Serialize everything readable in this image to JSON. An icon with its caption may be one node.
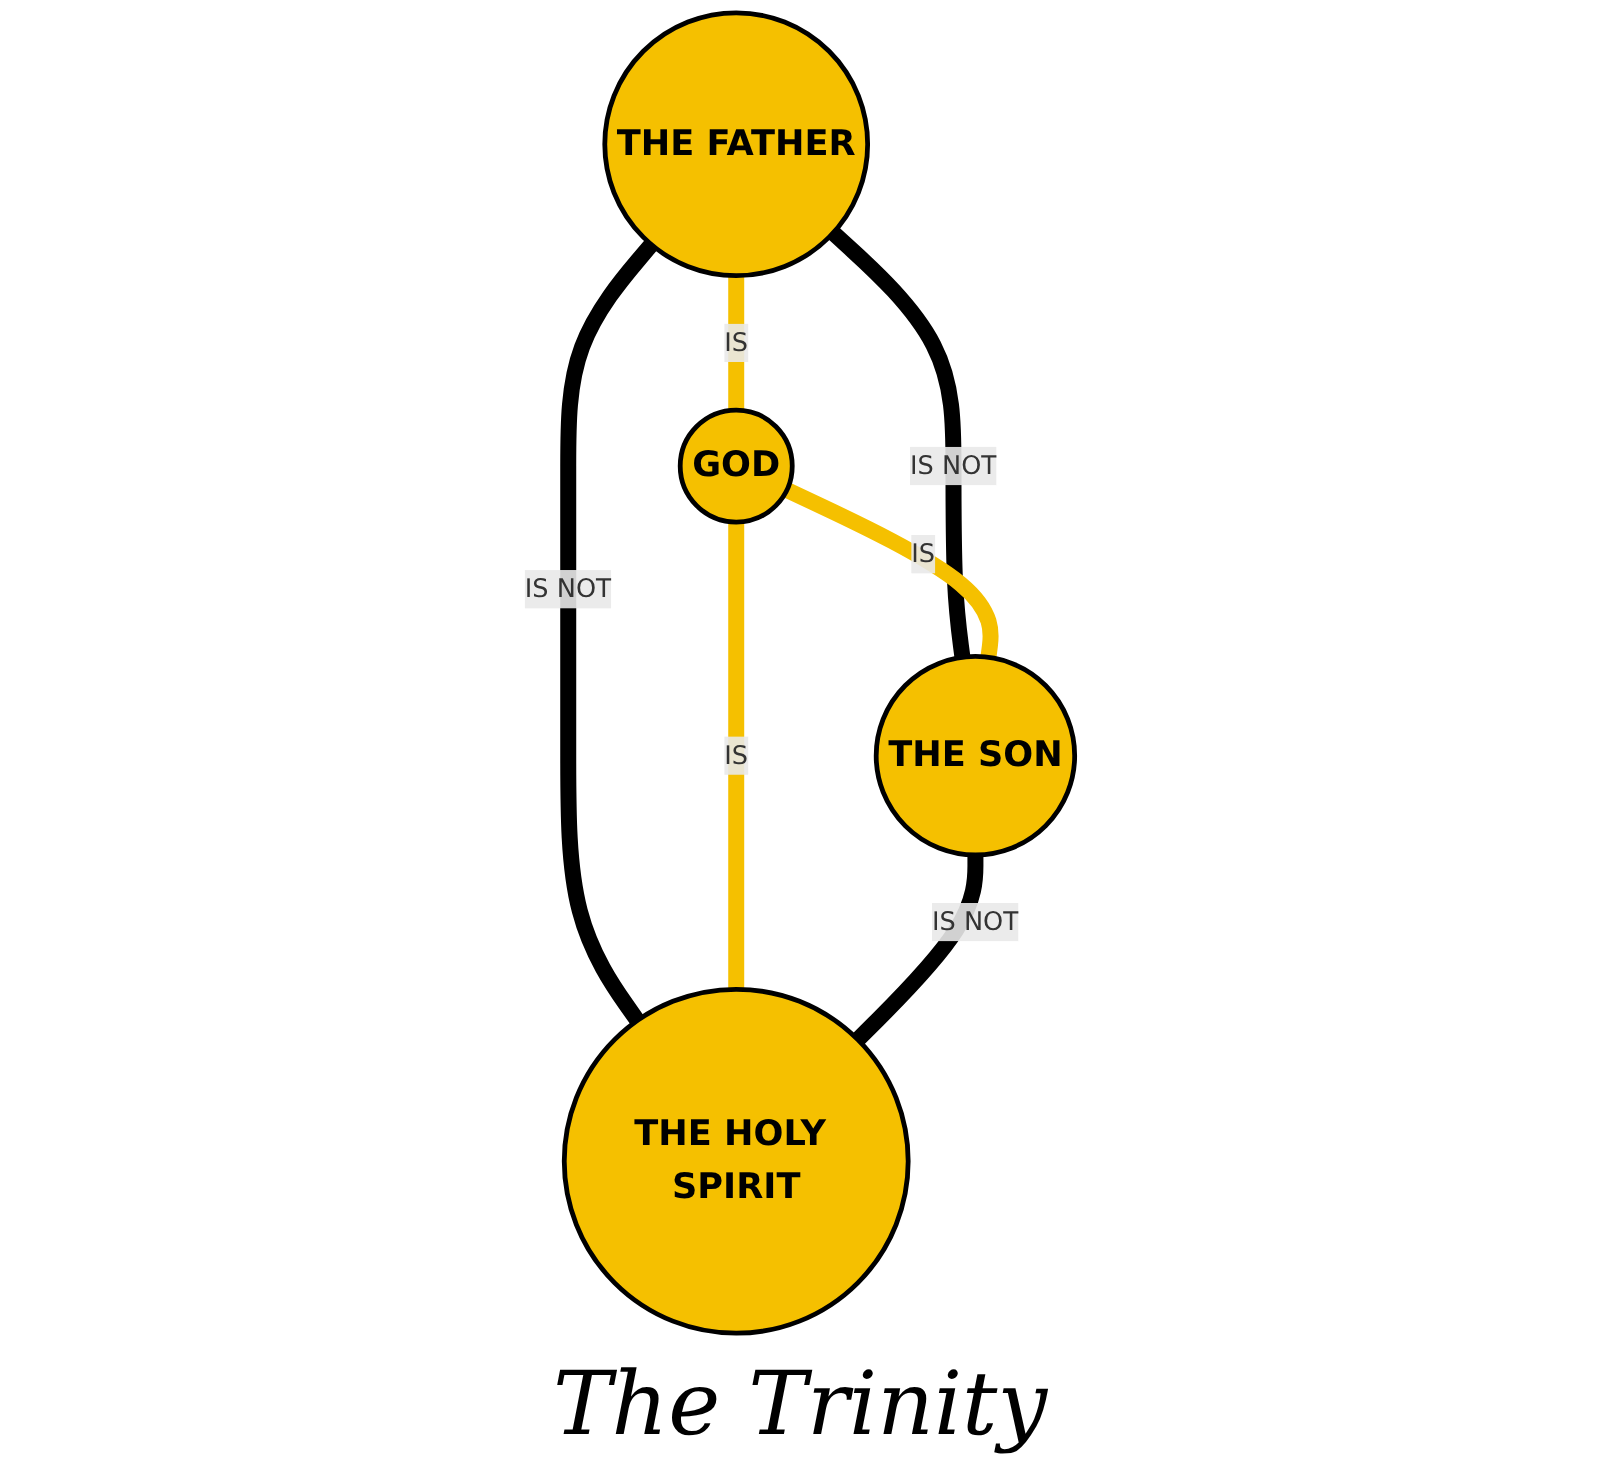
{
  "diagram": {
    "caption": "The Trinity",
    "nodes": [
      {
        "text": [
          "THE FATHER"
        ]
      },
      {
        "text": [
          "GOD"
        ]
      },
      {
        "text": [
          "THE SON"
        ]
      },
      {
        "text": [
          "THE HOLY SPIRIT"
        ]
      }
    ],
    "edges": [
      {
        "from": 0,
        "to": 1,
        "arrow": "none",
        "label": "IS",
        "color": "#f5c000"
      },
      {
        "from": 0,
        "to": 2,
        "arrow": "none",
        "label": "IS NOT",
        "color": "#000000"
      },
      {
        "from": 0,
        "to": 3,
        "arrow": "none",
        "label": "IS NOT",
        "color": "#000000"
      },
      {
        "from": 1,
        "to": 2,
        "arrow": "none",
        "label": "IS",
        "color": "#f5c000"
      },
      {
        "from": 1,
        "to": 3,
        "arrow": "none",
        "label": "IS",
        "color": "#f5c000"
      },
      {
        "from": 2,
        "to": 3,
        "arrow": "none",
        "label": "IS NOT",
        "color": "#000000"
      }
    ]
  }
}
